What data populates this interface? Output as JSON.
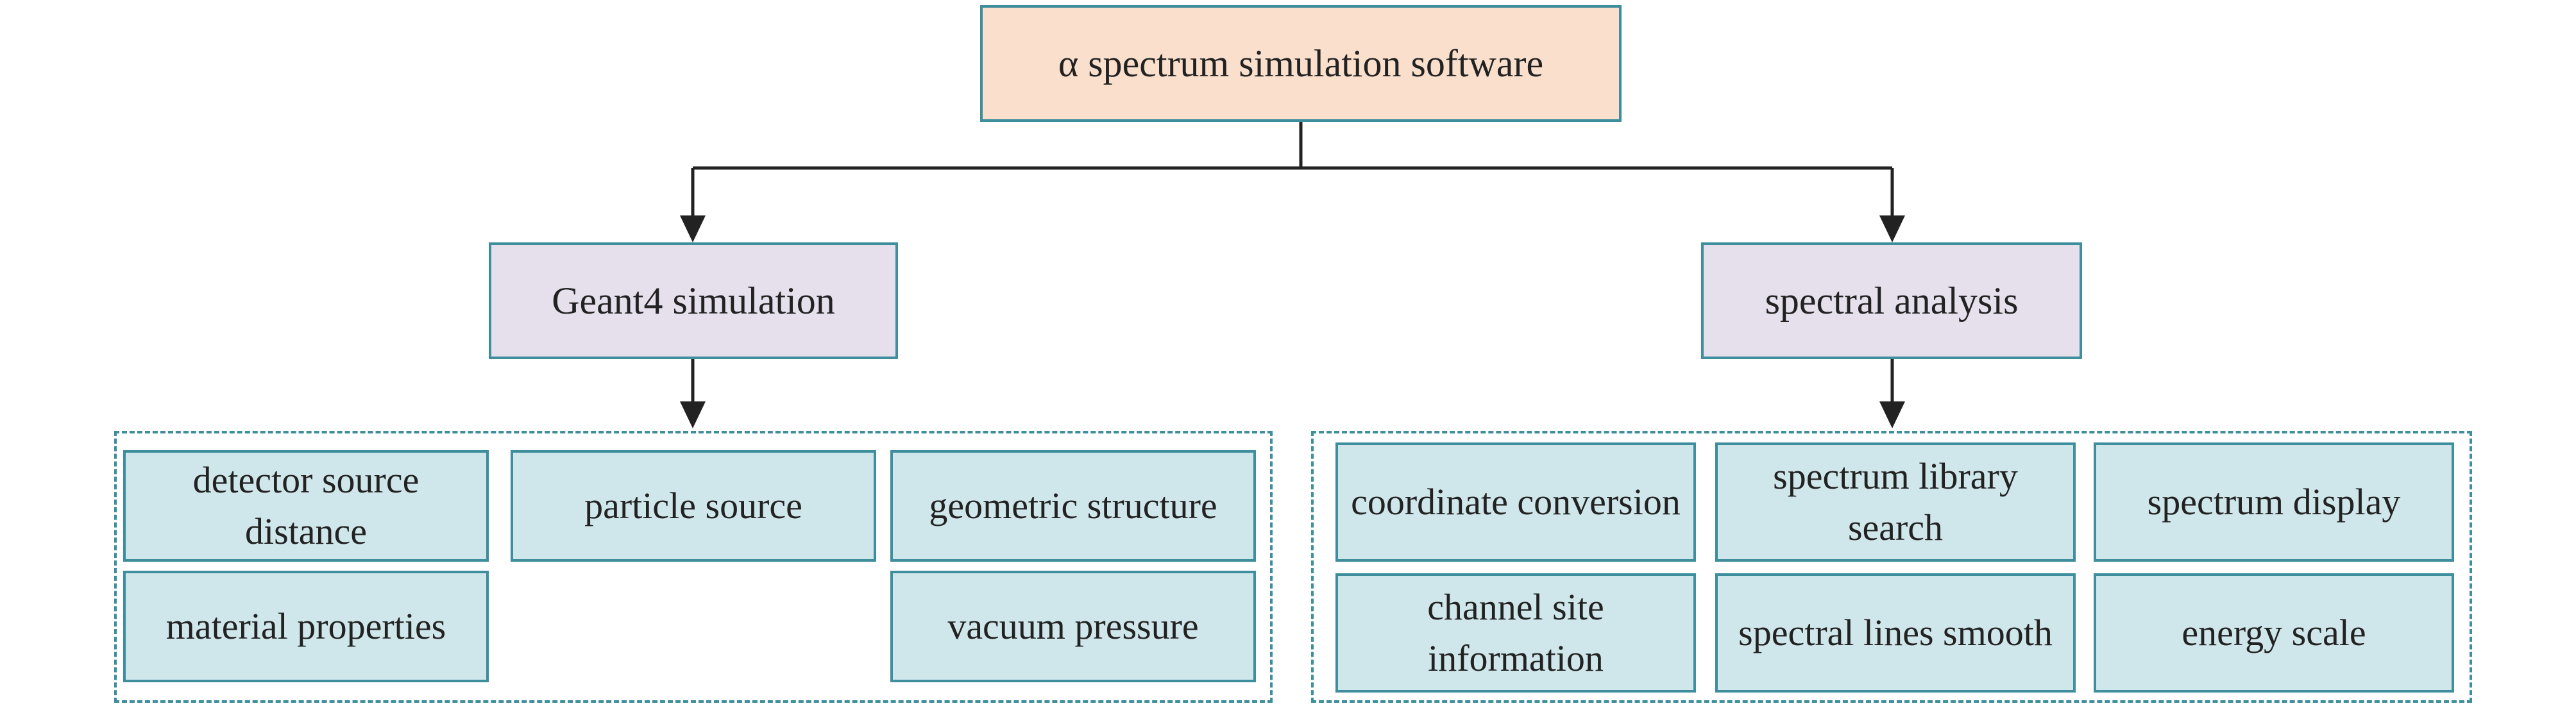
{
  "diagram": {
    "root": {
      "label": "α spectrum simulation software"
    },
    "branches": [
      {
        "label": "Geant4 simulation",
        "items": [
          "detector source distance",
          "particle source",
          "geometric structure",
          "material properties",
          "vacuum pressure"
        ]
      },
      {
        "label": "spectral analysis",
        "items": [
          "coordinate conversion",
          "spectrum library search",
          "spectrum display",
          "channel site information",
          "spectral lines smooth",
          "energy scale"
        ]
      }
    ]
  },
  "colors": {
    "root_fill": "#f9dfcc",
    "branch_fill": "#e5e0ec",
    "leaf_fill": "#cfe6ea",
    "box_border": "#3f8e9e",
    "connector": "#222222"
  }
}
